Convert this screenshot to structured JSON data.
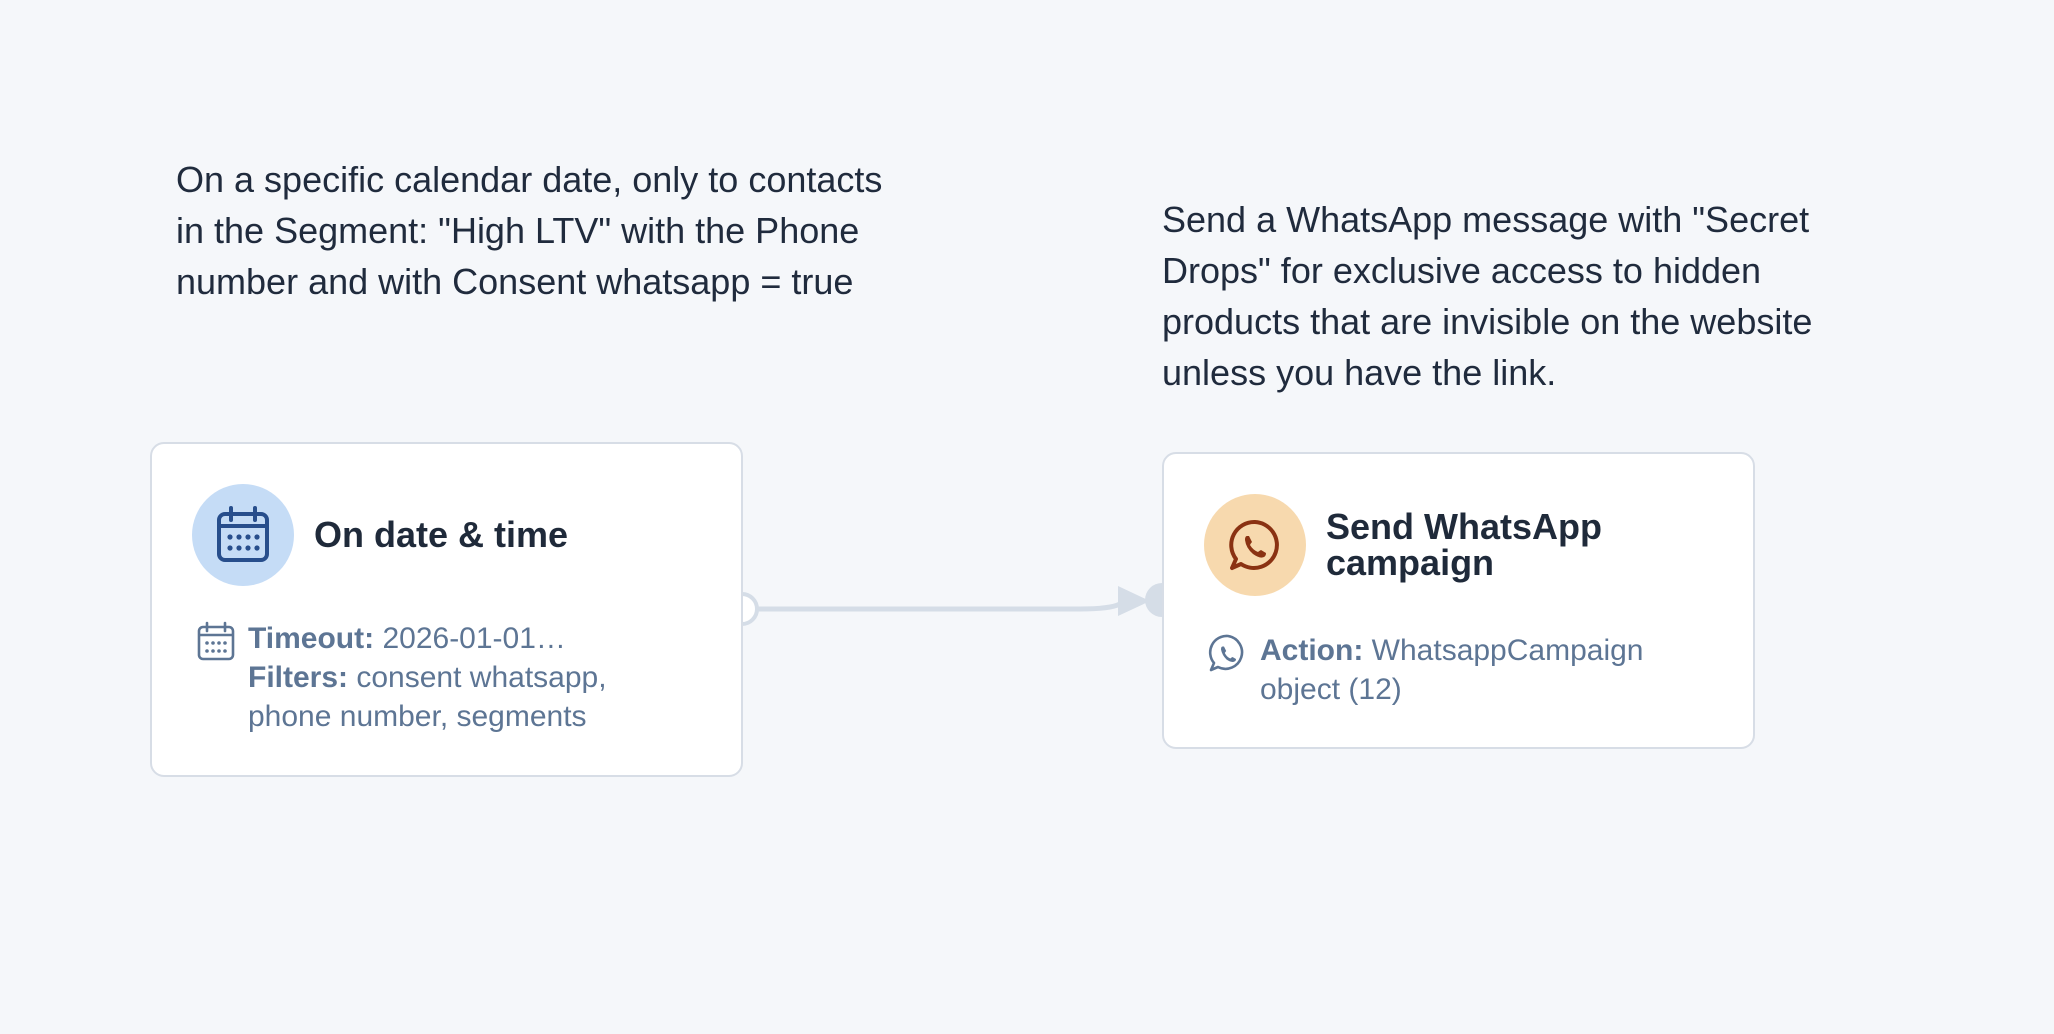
{
  "flow": {
    "trigger": {
      "description": "On a specific calendar date, only to contacts in the Segment: \"High LTV\" with the Phone number and with Consent whatsapp = true",
      "title": "On date & time",
      "icon": "calendar-icon",
      "timeout_label": "Timeout:",
      "timeout_value": "2026-01-01…",
      "filters_label": "Filters:",
      "filters_value": "consent whatsapp, phone number, segments",
      "accent": "#c5dcf6",
      "icon_color": "#274e8c"
    },
    "action": {
      "description": "Send a WhatsApp message with \"Secret Drops\" for exclusive access to hidden products that are invisible on the website unless you have the link.",
      "title": "Send WhatsApp campaign",
      "icon": "whatsapp-icon",
      "action_label": "Action:",
      "action_value": "WhatsappCampaign object (12)",
      "accent": "#f7d9ae",
      "icon_color": "#8a3212"
    },
    "edge_color": "#d5dde7"
  }
}
